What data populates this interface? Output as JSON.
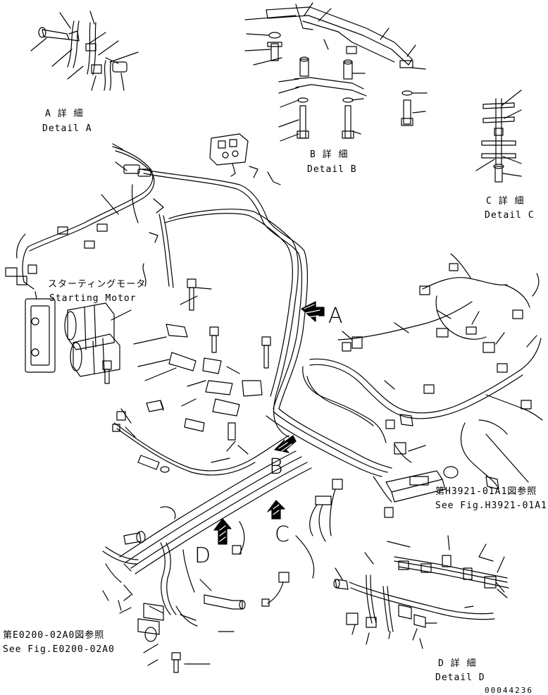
{
  "detail_labels": {
    "a_jp": "A 詳 細",
    "a_en": "Detail A",
    "b_jp": "B 詳 細",
    "b_en": "Detail B",
    "c_jp": "C 詳 細",
    "c_en": "Detail C",
    "d_jp": "D 詳 細",
    "d_en": "Detail D"
  },
  "callouts": {
    "starting_motor_jp": "スターティングモータ",
    "starting_motor_en": "Starting Motor",
    "ref_h3921_jp": "第H3921-01A1図参照",
    "ref_h3921_en": "See Fig.H3921-01A1",
    "ref_e0200_jp": "第E0200-02A0図参照",
    "ref_e0200_en": "See Fig.E0200-02A0"
  },
  "view_letters": {
    "a": "A",
    "b": "B",
    "c": "C",
    "d": "D"
  },
  "drawing_number": "00044236"
}
